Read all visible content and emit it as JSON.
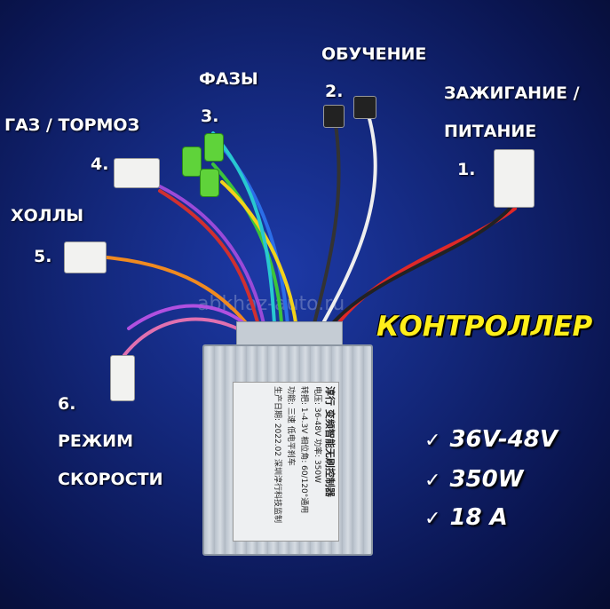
{
  "watermark": "abkhaz-auto.ru",
  "title": "КОНТРОЛЛЕР",
  "labels": {
    "learning": {
      "text": "ОБУЧЕНИЕ",
      "num": "2."
    },
    "phases": {
      "text": "ФАЗЫ",
      "num": "3."
    },
    "ignition": {
      "line1": "ЗАЖИГАНИЕ /",
      "line2": "ПИТАНИЕ",
      "num": "1."
    },
    "throttle": {
      "text": "ГАЗ / ТОРМОЗ",
      "num": "4."
    },
    "hall": {
      "text": "ХОЛЛЫ",
      "num": "5."
    },
    "speed": {
      "num": "6.",
      "line1": "РЕЖИМ",
      "line2": "СКОРОСТИ"
    }
  },
  "specs": [
    {
      "icon": "check-icon",
      "text": "36V-48V"
    },
    {
      "icon": "check-icon",
      "text": "350W"
    },
    {
      "icon": "check-icon",
      "text": "18 A"
    }
  ],
  "product_label": [
    "淳行  变频智能无刷控制器",
    "电压: 36-48V  功率: 350W",
    "转把: 1-4.3V  相位角: 60/120°通用",
    "功能: 三速  低电平刹车",
    "生产日期: 2022.02 深圳淳行科技监制"
  ],
  "colors": {
    "title": "#ffef1a",
    "background": "#13277a"
  }
}
